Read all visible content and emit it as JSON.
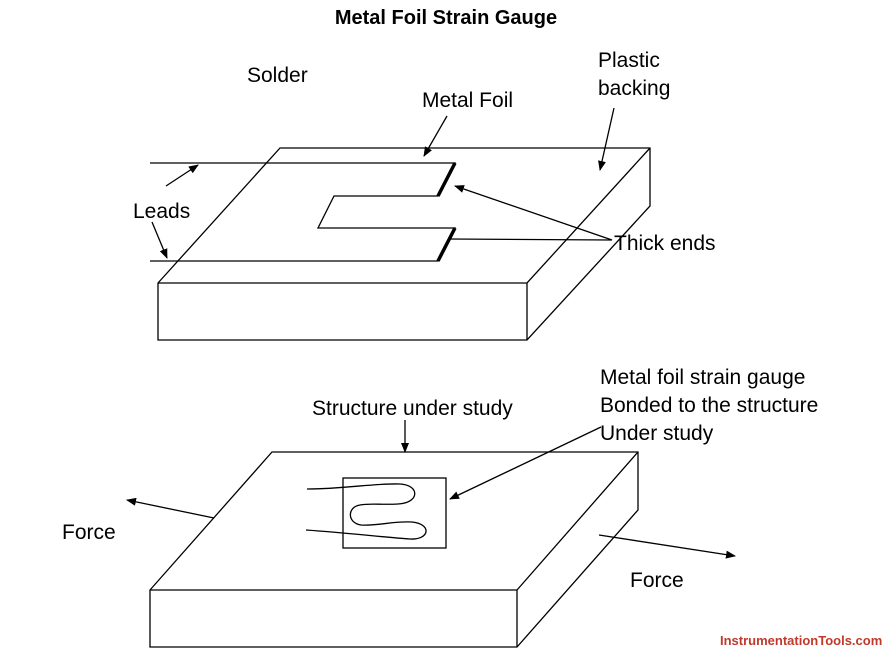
{
  "title": "Metal Foil Strain Gauge",
  "top_figure": {
    "solder_label": "Solder",
    "metal_foil_label": "Metal Foil",
    "plastic_backing_label_line1": "Plastic",
    "plastic_backing_label_line2": "backing",
    "leads_label": "Leads",
    "thick_ends_label": "Thick ends"
  },
  "bottom_figure": {
    "structure_label": "Structure under study",
    "gauge_label_line1": "Metal foil strain gauge",
    "gauge_label_line2": "Bonded to the structure",
    "gauge_label_line3": "Under study",
    "force_left_label": "Force",
    "force_right_label": "Force"
  },
  "watermark": "InstrumentationTools.com",
  "colors": {
    "line": "#000000",
    "background": "#ffffff",
    "watermark": "#c0392b"
  }
}
